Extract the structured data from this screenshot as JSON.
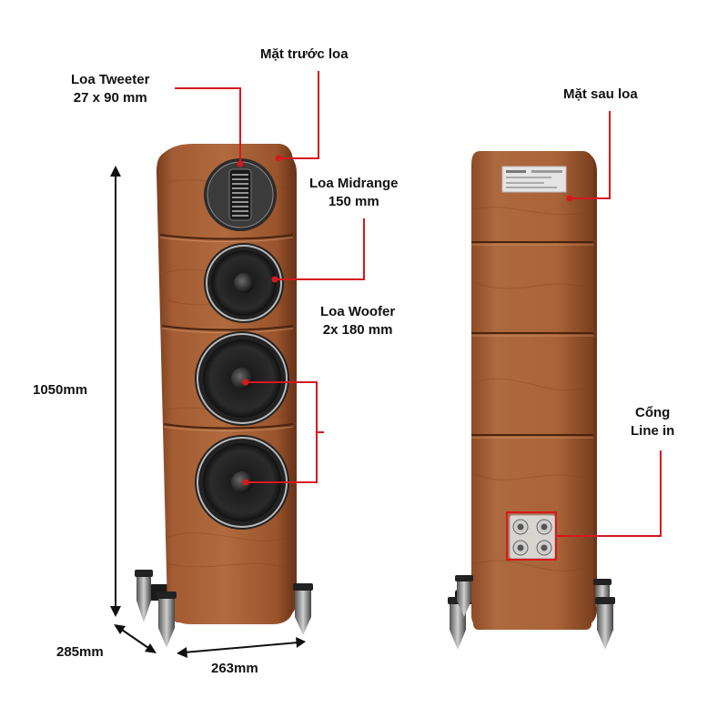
{
  "labels": {
    "front_face": "Mặt trước loa",
    "tweeter_line1": "Loa Tweeter",
    "tweeter_line2": "27 x 90 mm",
    "midrange_line1": "Loa Midrange",
    "midrange_line2": "150 mm",
    "woofer_line1": "Loa Woofer",
    "woofer_line2": "2x 180 mm",
    "back_face": "Mặt sau loa",
    "port_line1": "Cổng",
    "port_line2": "Line in"
  },
  "dimensions": {
    "height": "1050mm",
    "depth": "285mm",
    "width": "263mm"
  },
  "colors": {
    "callout": "#d7181f",
    "wood": "#9c5630",
    "dimension_arrow": "#111111"
  }
}
